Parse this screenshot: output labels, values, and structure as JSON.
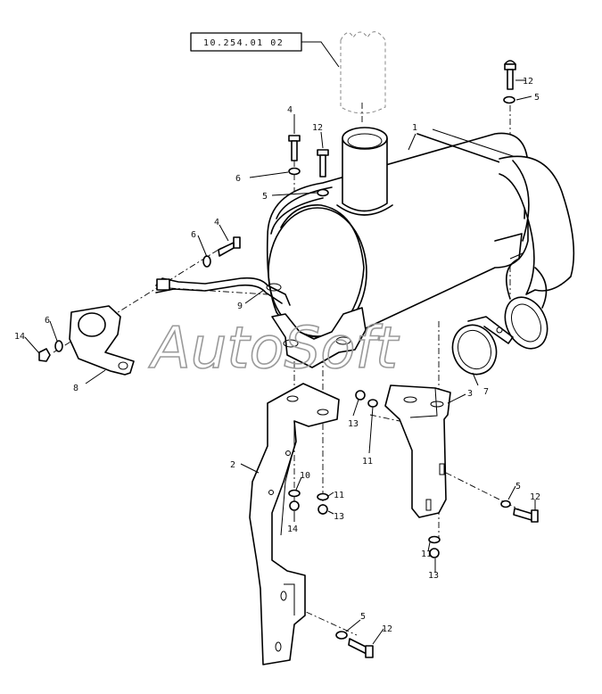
{
  "reference_label": "10.254.01 02",
  "watermark": "AutoSoft",
  "callouts": {
    "c1": "1",
    "c2": "2",
    "c3": "3",
    "c4a": "4",
    "c4b": "4",
    "c5a": "5",
    "c5b": "5",
    "c5c": "5",
    "c5d": "5",
    "c6a": "6",
    "c6b": "6",
    "c6c": "6",
    "c7": "7",
    "c8": "8",
    "c9": "9",
    "c10": "10",
    "c11a": "11",
    "c11b": "11",
    "c11c": "11",
    "c12a": "12",
    "c12b": "12",
    "c12c": "12",
    "c12d": "12",
    "c13a": "13",
    "c13b": "13",
    "c13c": "13",
    "c14a": "14",
    "c14b": "14"
  }
}
